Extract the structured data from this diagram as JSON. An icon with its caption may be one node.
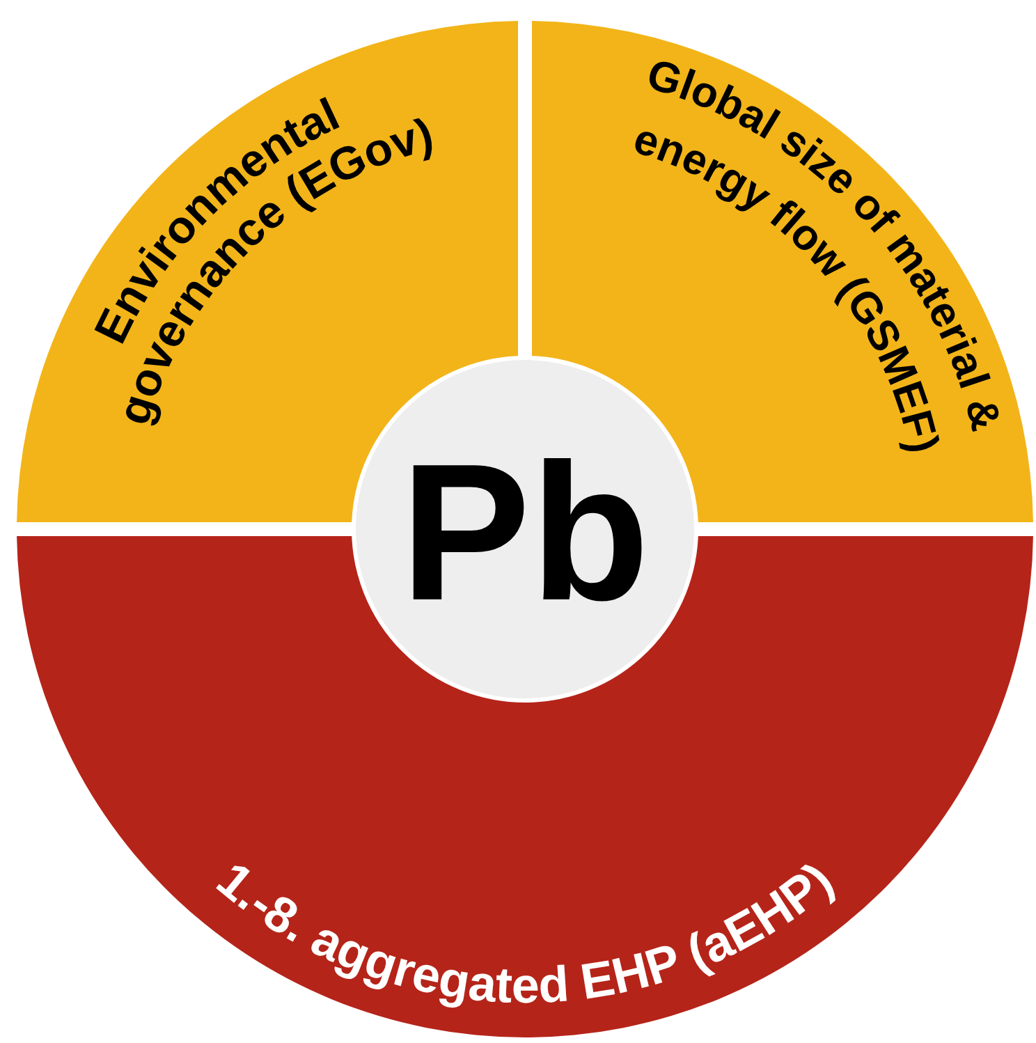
{
  "diagram": {
    "nodes": [
      {
        "text": [
          "Environmental governance (EGov)"
        ]
      },
      {
        "text": [
          "Global size of material & energy flow (GSMEF)"
        ]
      },
      {
        "text": [
          "Pb"
        ]
      },
      {
        "text": [
          "1.-8. aggregated EHP (aEHP)"
        ]
      }
    ]
  }
}
